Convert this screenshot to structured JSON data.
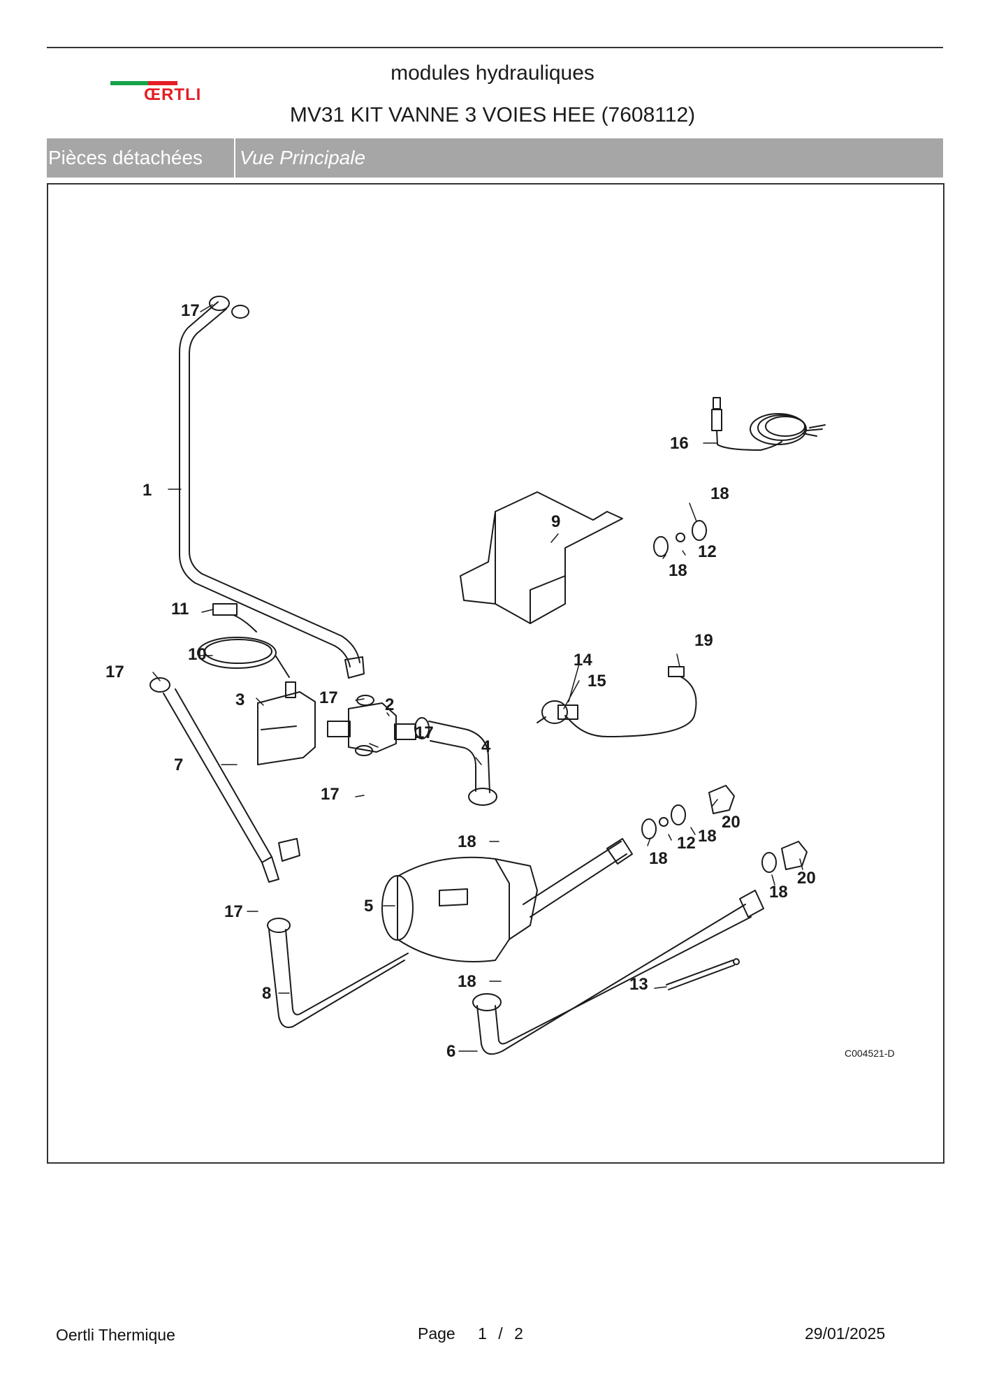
{
  "header": {
    "brand": "ŒRTLI",
    "category": "modules hydrauliques",
    "title": "MV31 KIT VANNE 3 VOIES HEE (7608112)"
  },
  "tabs": {
    "parts": "Pièces détachées",
    "view": "Vue Principale"
  },
  "diagram": {
    "reference": "C004521-D",
    "callouts": [
      "17",
      "1",
      "11",
      "10",
      "17",
      "3",
      "7",
      "17",
      "2",
      "17",
      "4",
      "17",
      "18",
      "17",
      "5",
      "8",
      "18",
      "6",
      "9",
      "16",
      "18",
      "12",
      "18",
      "19",
      "14",
      "15",
      "20",
      "12",
      "18",
      "18",
      "20",
      "18",
      "13"
    ]
  },
  "footer": {
    "company": "Oertli Thermique",
    "page_label": "Page",
    "page_current": "1",
    "page_sep": "/",
    "page_total": "2",
    "date": "29/01/2025"
  },
  "colors": {
    "brand_green": "#17a34a",
    "brand_red": "#e31e24",
    "tab_bar": "#a6a6a6"
  }
}
